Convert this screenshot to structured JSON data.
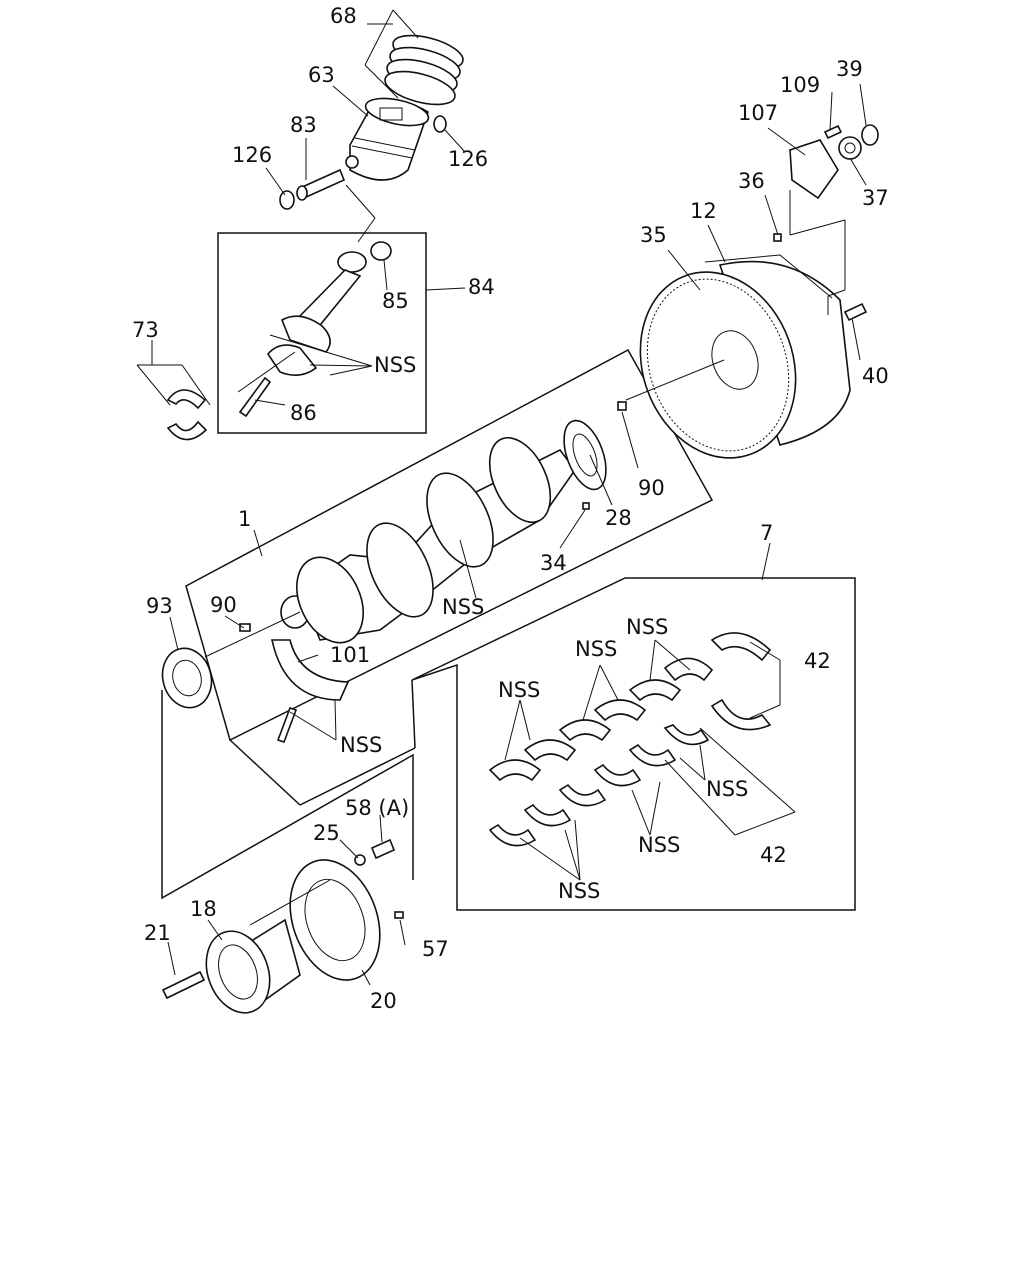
{
  "diagram": {
    "labels": {
      "l68": "68",
      "l63": "63",
      "l83": "83",
      "l126a": "126",
      "l126b": "126",
      "l109": "109",
      "l39": "39",
      "l107": "107",
      "l36": "36",
      "l37": "37",
      "l12": "12",
      "l35": "35",
      "l85": "85",
      "l84": "84",
      "l73": "73",
      "lnss1": "NSS",
      "l86": "86",
      "l40": "40",
      "l90a": "90",
      "l28": "28",
      "l1": "1",
      "l34": "34",
      "lnss2": "NSS",
      "l7": "7",
      "l93": "93",
      "l90b": "90",
      "lnss3": "NSS",
      "lnss4": "NSS",
      "l42a": "42",
      "l101": "101",
      "lnss5": "NSS",
      "lnss6": "NSS",
      "l58": "58 (A)",
      "l25": "25",
      "lnss7": "NSS",
      "lnss8": "NSS",
      "l42b": "42",
      "lnss9": "NSS",
      "l18": "18",
      "l21": "21",
      "l57": "57",
      "l20": "20"
    }
  }
}
